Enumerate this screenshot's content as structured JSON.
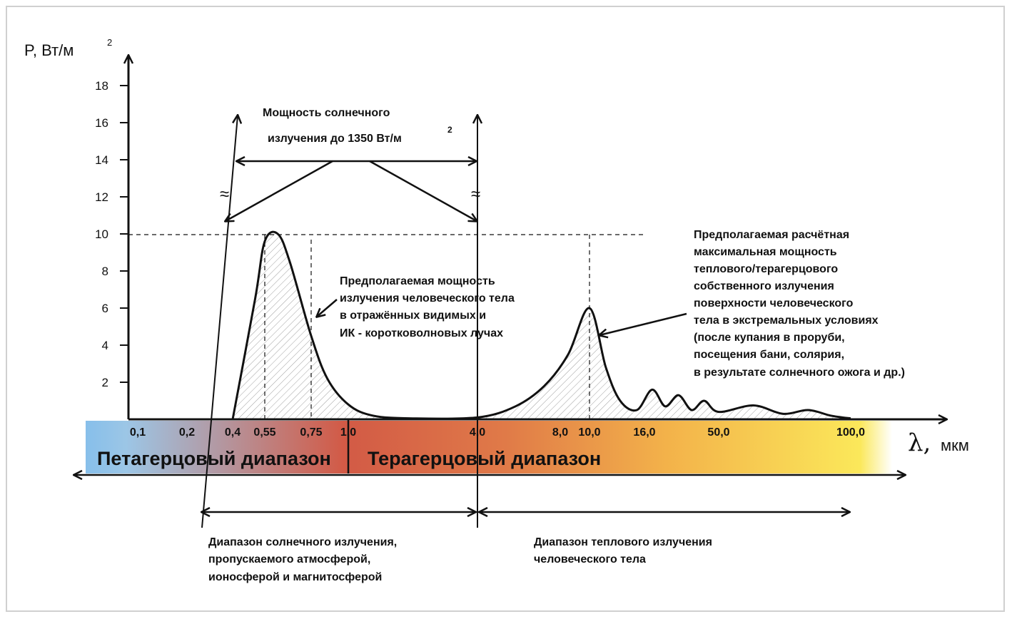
{
  "chart_data": {
    "type": "line",
    "ylabel": "P, Вт/м",
    "ylabel_sup": "2",
    "xlabel_unit": "мкм",
    "xlabel_symbol": "λ,",
    "yticks": [
      2,
      4,
      6,
      8,
      10,
      12,
      14,
      16,
      18
    ],
    "ylim": [
      0,
      20
    ],
    "xticks": [
      "0,1",
      "0,2",
      "0,4",
      "0,55",
      "0,75",
      "1,0",
      "4,0",
      "8,0",
      "10,0",
      "16,0",
      "50,0",
      "100,0"
    ],
    "series": [
      {
        "x": [
          0.4,
          0.5,
          0.55,
          0.6,
          0.65,
          0.75,
          0.85,
          1.0,
          1.3,
          2.0,
          4.0,
          5.5,
          7.0,
          8.5,
          10.0,
          11.5,
          13.0,
          15.0,
          18.0,
          22.0,
          27.0,
          33.0,
          40.0,
          50.0,
          60.0,
          70.0,
          80.0,
          90.0,
          100.0
        ],
        "y": [
          0,
          6.5,
          9.6,
          10.0,
          8.5,
          4.5,
          2.2,
          0.8,
          0.2,
          0.05,
          0.1,
          0.7,
          1.8,
          3.5,
          6.0,
          2.8,
          1.0,
          0.5,
          1.6,
          0.7,
          1.3,
          0.5,
          1.0,
          0.4,
          0.75,
          0.3,
          0.5,
          0.2,
          0.05
        ]
      }
    ],
    "dashed_level": 10,
    "annotations": {
      "solar_power": [
        "Мощность солнечного",
        "излучения до 1350 Вт/м"
      ],
      "solar_power_sup": "2",
      "body_visible": [
        "Предполагаемая мощность",
        "излучения человеческого тела",
        "в отражённых видимых и",
        "ИК - коротковолновых лучах"
      ],
      "body_thermal": [
        "Предполагаемая расчётная",
        "максимальная мощность",
        "теплового/терагерцового",
        "собственного излучения",
        "поверхности человеческого",
        "тела в экстремальных условиях",
        "(после купания в проруби,",
        "посещения бани, солярия,",
        "в результате солнечного ожога и др.)"
      ],
      "break_mark": "≈"
    },
    "bands": {
      "peta": "Петагерцовый диапазон",
      "tera": "Терагерцовый диапазон"
    },
    "ranges": {
      "solar": [
        "Диапазон солнечного излучения,",
        "пропускаемого атмосферой,",
        "ионосферой и магнитосферой"
      ],
      "thermal": [
        "Диапазон теплового излучения",
        "человеческого тела"
      ]
    },
    "colors": {
      "band_start": "#7ab8e8",
      "band_mid": "#d25a46",
      "band_orange": "#ee8c3c",
      "band_end": "#fbe85a",
      "curve": "#111111",
      "hatch": "#9a9a9a"
    }
  }
}
